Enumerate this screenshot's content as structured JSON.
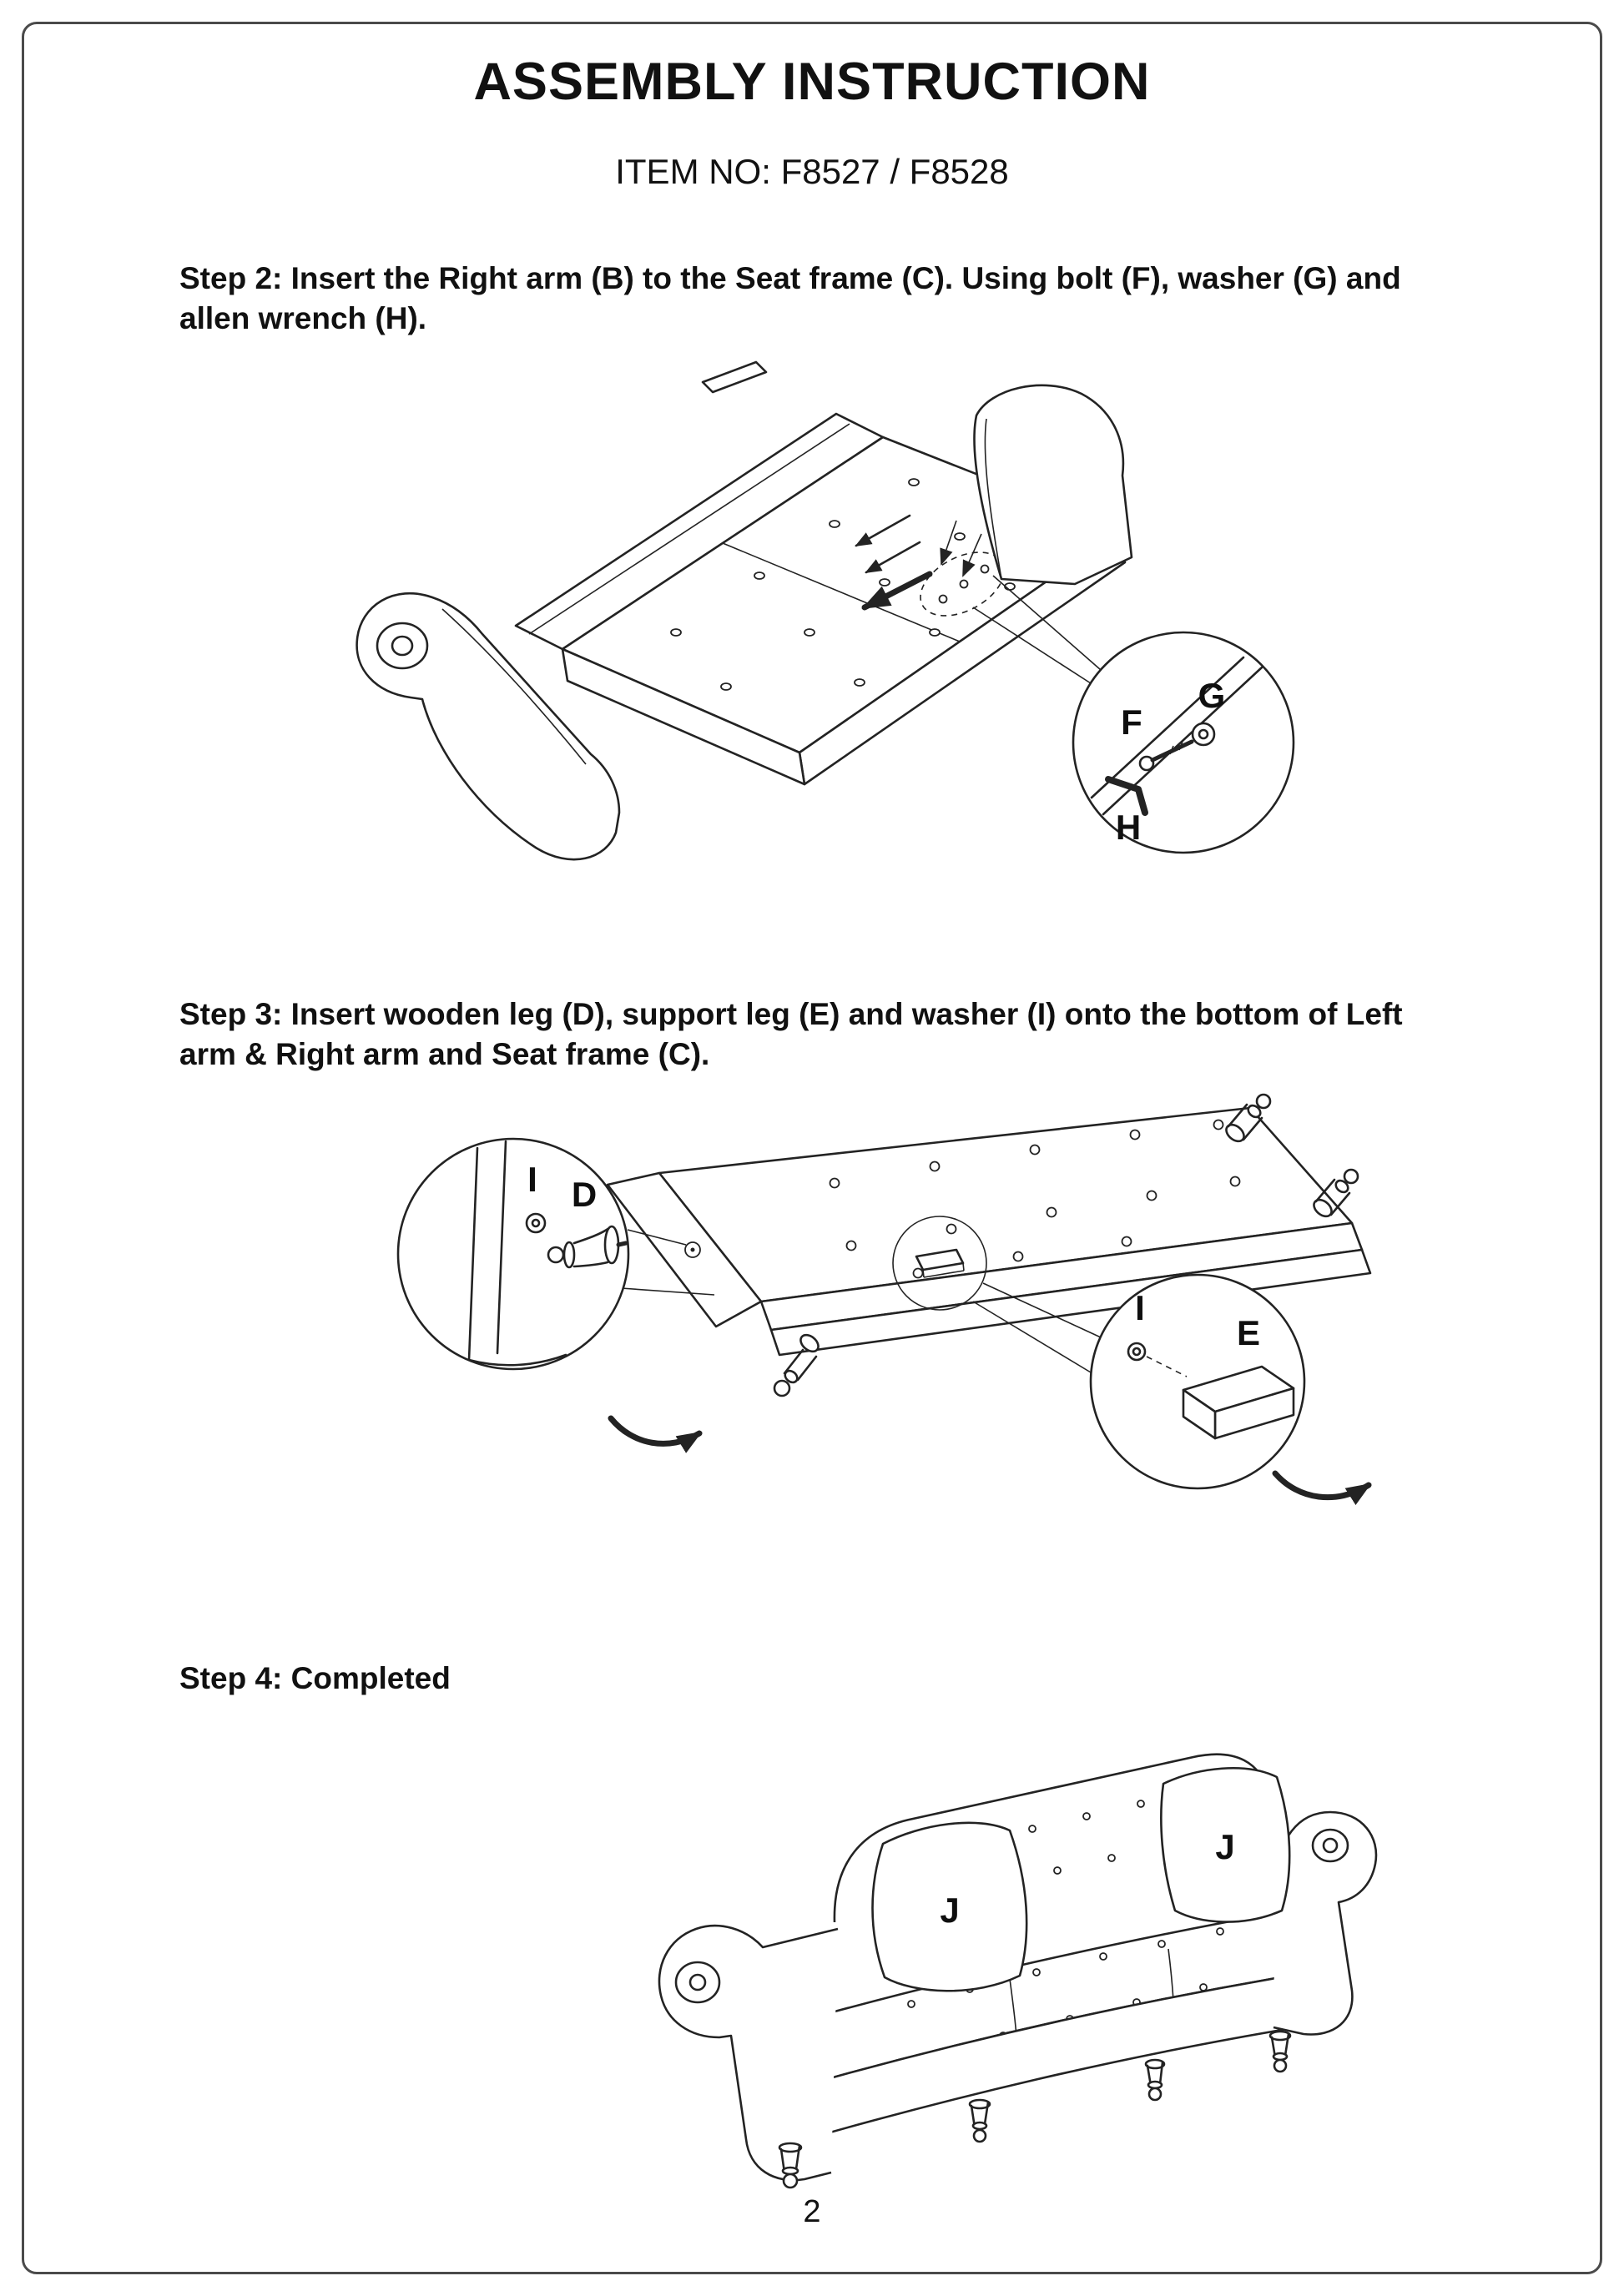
{
  "page": {
    "title": "ASSEMBLY INSTRUCTION",
    "item_number": "ITEM NO: F8527 / F8528",
    "page_number": "2"
  },
  "steps": {
    "step2": {
      "heading": "Step 2: Insert the Right arm (B) to the Seat frame (C). Using bolt (F), washer (G) and allen wrench (H).",
      "parts": {
        "bolt": "F",
        "washer": "G",
        "allen_wrench": "H"
      }
    },
    "step3": {
      "heading": "Step 3: Insert wooden leg (D), support leg (E) and washer (I) onto the bottom of Left arm & Right arm and Seat frame (C).",
      "parts": {
        "washer_left": "I",
        "wooden_leg": "D",
        "washer_right": "I",
        "support_leg": "E"
      }
    },
    "step4": {
      "heading": "Step 4: Completed",
      "parts": {
        "pillow_left": "J",
        "pillow_right": "J"
      }
    }
  }
}
